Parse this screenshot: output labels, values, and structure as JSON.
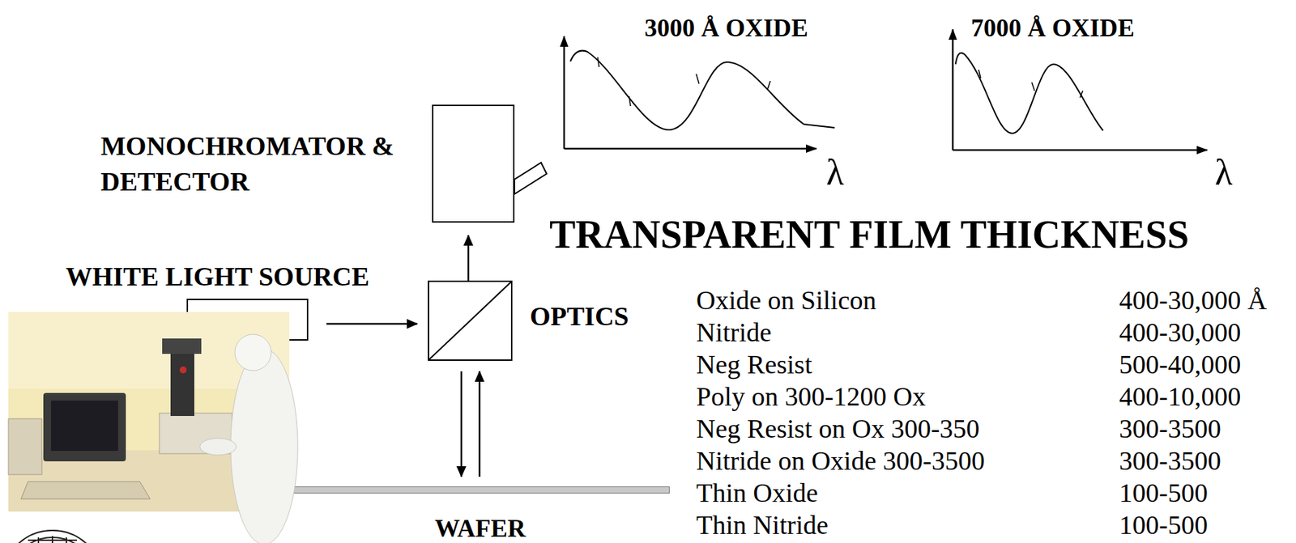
{
  "diagram": {
    "title": "TRANSPARENT FILM THICKNESS",
    "nodes": [
      {
        "text": [
          "MONOCHROMATOR & DETECTOR"
        ]
      },
      {
        "text": [
          "WHITE LIGHT SOURCE"
        ]
      },
      {
        "text": [
          "OPTICS"
        ]
      },
      {
        "text": [
          "WAFER"
        ]
      }
    ],
    "edges": [
      {
        "from": 1,
        "to": 2,
        "arrow": "to"
      },
      {
        "from": 2,
        "to": 0,
        "arrow": "to"
      },
      {
        "from": 2,
        "to": 3,
        "arrow": "to"
      },
      {
        "from": 3,
        "to": 2,
        "arrow": "to"
      }
    ],
    "labels": [
      "3000 Å OXIDE",
      "λ",
      "7000 Å OXIDE",
      "λ",
      "Oxide on Silicon",
      "400-30,000 Å",
      "Nitride",
      "400-30,000",
      "Neg Resist",
      "500-40,000",
      "Poly on 300-1200 Ox",
      "400-10,000",
      "Neg Resist on Ox 300-350",
      "300-3500",
      "Nitride on Oxide 300-3500",
      "300-3500",
      "Thin Oxide",
      "100-500",
      "Thin Nitride",
      "100-500"
    ]
  }
}
